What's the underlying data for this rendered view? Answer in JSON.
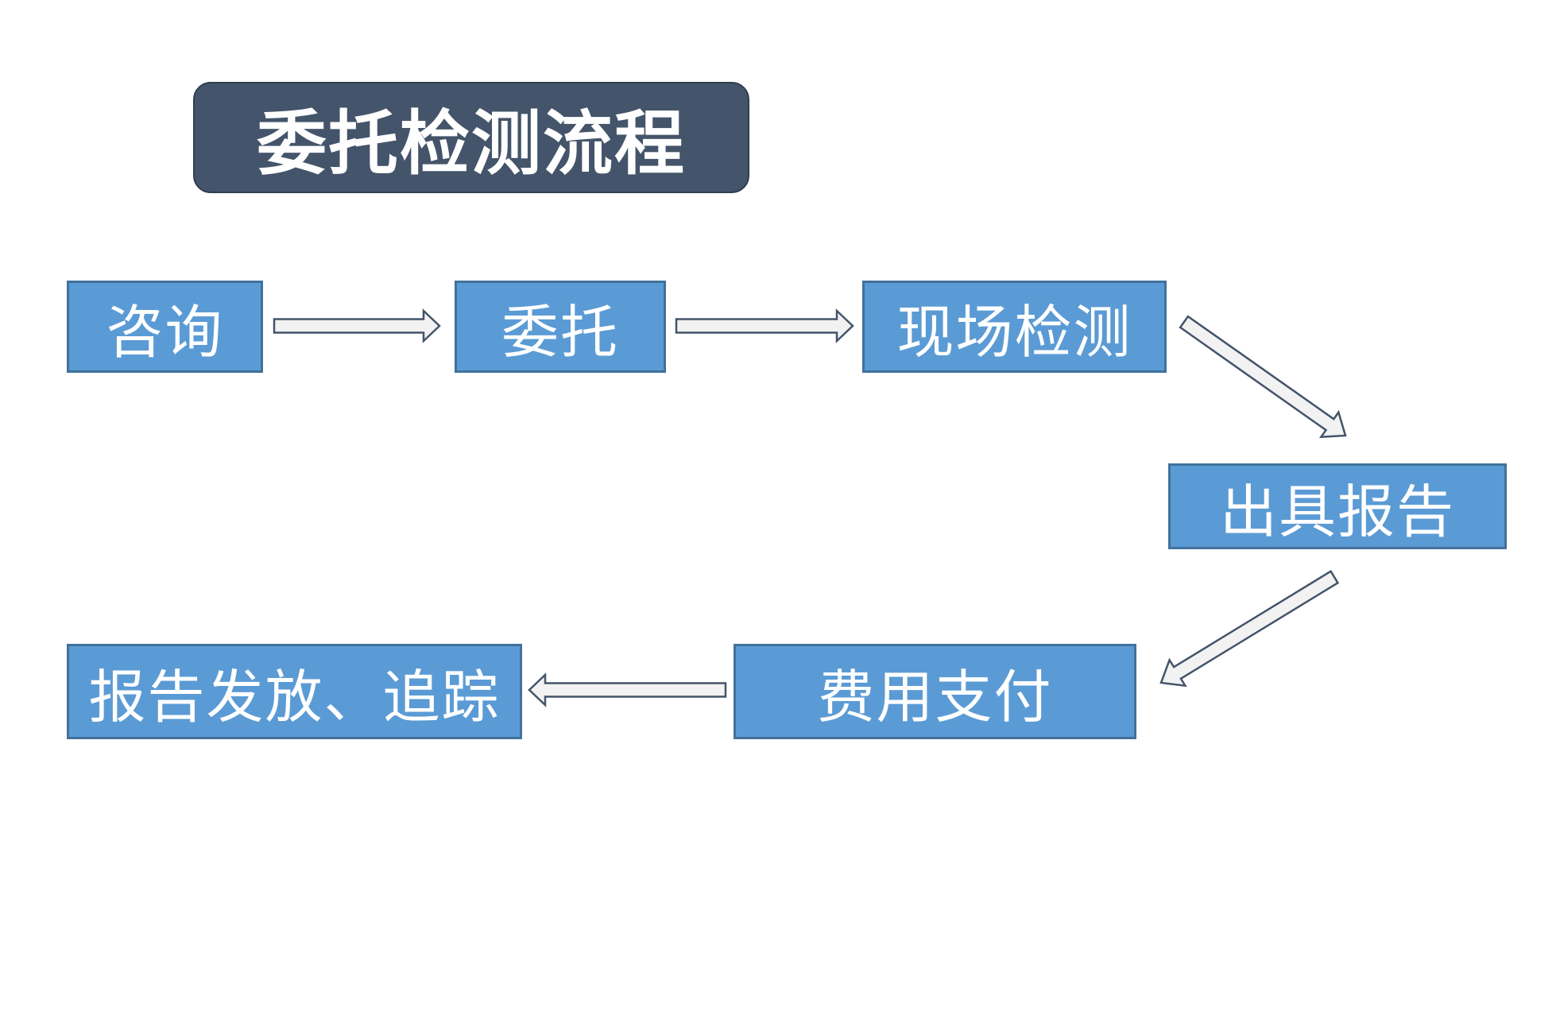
{
  "title": "委托检测流程",
  "steps": [
    {
      "id": "consult",
      "label": "咨询"
    },
    {
      "id": "entrust",
      "label": "委托"
    },
    {
      "id": "onsite-testing",
      "label": "现场检测"
    },
    {
      "id": "issue-report",
      "label": "出具报告"
    },
    {
      "id": "payment",
      "label": "费用支付"
    },
    {
      "id": "report-delivery",
      "label": "报告发放、追踪"
    }
  ],
  "colors": {
    "title_fill": "#44546a",
    "step_fill": "#5b9bd5",
    "step_border": "#41719c",
    "arrow_fill": "#f2f2f2",
    "arrow_stroke": "#44546a"
  }
}
